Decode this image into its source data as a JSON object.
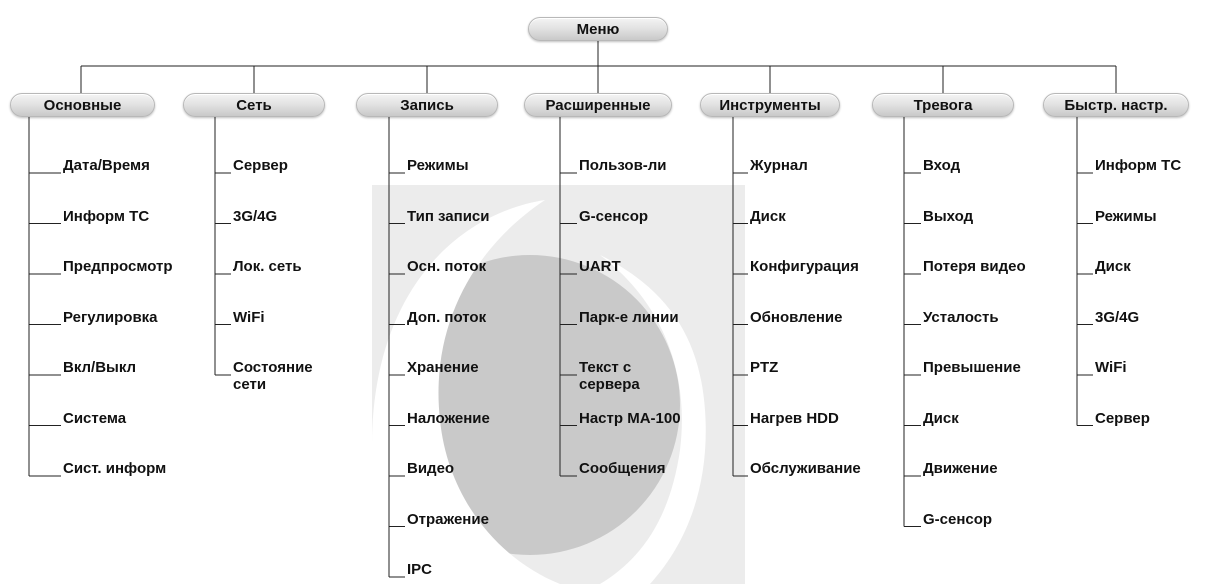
{
  "root": {
    "label": "Меню"
  },
  "watermark": {
    "icon": "brand-logo-icon",
    "colors": {
      "panel": "#ececec",
      "disc": "#c9c9c9",
      "swirl": "#ffffff"
    }
  },
  "colors": {
    "line": "#222222",
    "pill_top": "#f4f4f4",
    "pill_bottom": "#c9c9c9",
    "text": "#111111"
  },
  "categories": [
    {
      "label": "Основные",
      "items": [
        "Дата/Время",
        "Информ ТС",
        "Предпросмотр",
        "Регулировка",
        "Вкл/Выкл",
        "Система",
        "Сист. информ"
      ]
    },
    {
      "label": "Сеть",
      "items": [
        "Сервер",
        "3G/4G",
        "Лок. сеть",
        "WiFi",
        "Состояние сети"
      ]
    },
    {
      "label": "Запись",
      "items": [
        "Режимы",
        "Тип записи",
        "Осн. поток",
        "Доп. поток",
        "Хранение",
        "Наложение",
        "Видео",
        "Отражение",
        "IPC"
      ]
    },
    {
      "label": "Расширенные",
      "items": [
        "Пользов-ли",
        "G-сенсор",
        "UART",
        "Парк-е линии",
        "Текст с сервера",
        "Настр МА-100",
        "Сообщения"
      ]
    },
    {
      "label": "Инструменты",
      "items": [
        "Журнал",
        "Диск",
        "Конфигурация",
        "Обновление",
        "PTZ",
        "Нагрев HDD",
        "Обслуживание"
      ]
    },
    {
      "label": "Тревога",
      "items": [
        "Вход",
        "Выход",
        "Потеря видео",
        "Усталость",
        "Превышение",
        "Диск",
        "Движение",
        "G-сенсор"
      ]
    },
    {
      "label": "Быстр. настр.",
      "items": [
        "Информ ТС",
        "Режимы",
        "Диск",
        "3G/4G",
        "WiFi",
        "Сервер"
      ]
    }
  ]
}
